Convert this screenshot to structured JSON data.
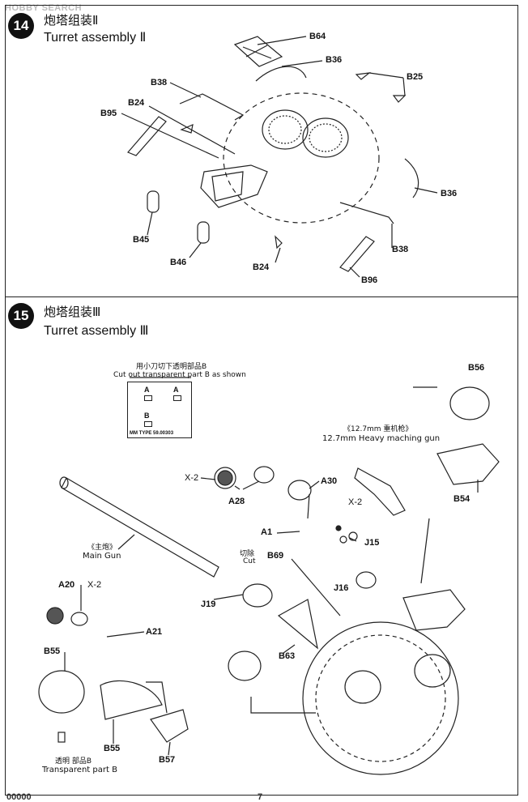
{
  "watermark": "HOBBY SEARCH",
  "step14": {
    "number": "14",
    "title_cn": "炮塔组装Ⅱ",
    "title_en": "Turret assembly Ⅱ",
    "parts": {
      "b64": "B64",
      "b36a": "B36",
      "b25": "B25",
      "b38a": "B38",
      "b24a": "B24",
      "b95": "B95",
      "b36b": "B36",
      "b45": "B45",
      "b46": "B46",
      "b24b": "B24",
      "b38b": "B38",
      "b96": "B96"
    }
  },
  "step15": {
    "number": "15",
    "title_cn": "炮塔组装Ⅲ",
    "title_en": "Turret assembly Ⅲ",
    "cut_note_cn": "用小刀切下透明部品B",
    "cut_note_en": "Cut out transparent part B as shown",
    "cut_box": {
      "a1": "A",
      "a2": "A",
      "b": "B",
      "type": "MM TYPE 59.00303"
    },
    "hmg_cn": "《12.7mm 重机枪》",
    "hmg_en": "12.7mm Heavy maching gun",
    "main_gun_cn": "《主炮》",
    "main_gun_en": "Main Gun",
    "cut_cn": "切除",
    "cut_en": "Cut",
    "transparent_cn": "透明 部品B",
    "transparent_en": "Transparent part B",
    "parts": {
      "b56": "B56",
      "b54": "B54",
      "x2a": "X-2",
      "a28": "A28",
      "a30": "A30",
      "x2b": "X-2",
      "a1": "A1",
      "j15": "J15",
      "b69": "B69",
      "j16": "J16",
      "j19": "J19",
      "a20": "A20",
      "x2c": "X-2",
      "a21": "A21",
      "b55a": "B55",
      "b63": "B63",
      "b55b": "B55",
      "b57": "B57"
    }
  },
  "footer": {
    "left": "00000",
    "right": "7"
  }
}
